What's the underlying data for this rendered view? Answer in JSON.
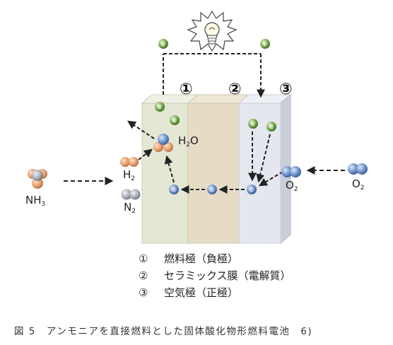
{
  "diagram": {
    "sections": [
      {
        "num": "①",
        "name": "燃料極（負極）"
      },
      {
        "num": "②",
        "name": "セラミックス膜（電解質）"
      },
      {
        "num": "③",
        "name": "空気極（正極）"
      }
    ],
    "species": {
      "nh3": "NH",
      "nh3_sub": "3",
      "h2": "H",
      "h2_sub": "2",
      "n2": "N",
      "n2_sub": "2",
      "h2o": "H",
      "h2o_sub": "2",
      "h2o_tail": "O",
      "o2_left": "O",
      "o2_left_sub": "2",
      "o2_right": "O",
      "o2_right_sub": "2"
    },
    "electron_label": "e",
    "oxide_ion_label": "O",
    "colors": {
      "anode": "#e3e7d4",
      "electrolyte": "#e6dcc6",
      "cathode": "#e4e8ee",
      "hydrogen_atom": "#e8a878",
      "nitrogen_atom": "#b8bcc4",
      "oxygen_atom": "#7b9ccf",
      "electron": "#5a8a3a"
    },
    "icons": [
      "light-bulb-icon"
    ]
  },
  "caption": "図 5　アンモニアを直接燃料とした固体酸化物形燃料電池　6)"
}
